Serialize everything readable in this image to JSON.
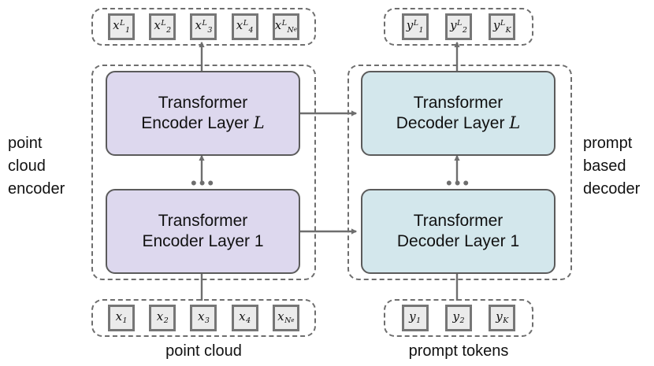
{
  "diagram": {
    "title": "point cloud encoder / prompt based decoder transformer architecture",
    "colors": {
      "encoder_fill": "#ddd8ee",
      "decoder_fill": "#d3e7ec",
      "token_fill": "#ebebeb",
      "token_border": "#767676",
      "block_border": "#5b5b5b",
      "dashed_border": "#6e6e6e",
      "arrow": "#6e6e6e",
      "text": "#111111",
      "background": "#ffffff"
    }
  },
  "side_labels": {
    "left": "point\ncloud\nencoder",
    "right": "prompt\nbased\ndecoder"
  },
  "captions": {
    "point_cloud": "point cloud",
    "prompt_tokens": "prompt tokens"
  },
  "output_tokens_encoder": [
    {
      "base": "x",
      "sub": "1",
      "sup": "L"
    },
    {
      "base": "x",
      "sub": "2",
      "sup": "L"
    },
    {
      "base": "x",
      "sub": "3",
      "sup": "L"
    },
    {
      "base": "x",
      "sub": "4",
      "sup": "L"
    },
    {
      "base": "x",
      "sub": "N",
      "sub2": "e",
      "sup": "L"
    }
  ],
  "output_tokens_decoder": [
    {
      "base": "y",
      "sub": "1",
      "sup": "L"
    },
    {
      "base": "y",
      "sub": "2",
      "sup": "L"
    },
    {
      "base": "y",
      "sub": "K",
      "sup": "L"
    }
  ],
  "input_tokens_encoder": [
    {
      "base": "x",
      "sub": "1"
    },
    {
      "base": "x",
      "sub": "2"
    },
    {
      "base": "x",
      "sub": "3"
    },
    {
      "base": "x",
      "sub": "4"
    },
    {
      "base": "x",
      "sub": "N",
      "sub2": "e"
    }
  ],
  "input_tokens_decoder": [
    {
      "base": "y",
      "sub": "1"
    },
    {
      "base": "y",
      "sub": "2"
    },
    {
      "base": "y",
      "sub": "K"
    }
  ],
  "blocks": {
    "encoder_top": {
      "line1": "Transformer",
      "line2_text": "Encoder Layer",
      "line2_index": "L"
    },
    "encoder_bottom": {
      "line1": "Transformer",
      "line2_text": "Encoder Layer",
      "line2_index": "1"
    },
    "decoder_top": {
      "line1": "Transformer",
      "line2_text": "Decoder Layer",
      "line2_index": "L"
    },
    "decoder_bottom": {
      "line1": "Transformer",
      "line2_text": "Decoder Layer",
      "line2_index": "1"
    }
  },
  "ellipsis": {
    "encoder": "•••",
    "decoder": "•••"
  }
}
